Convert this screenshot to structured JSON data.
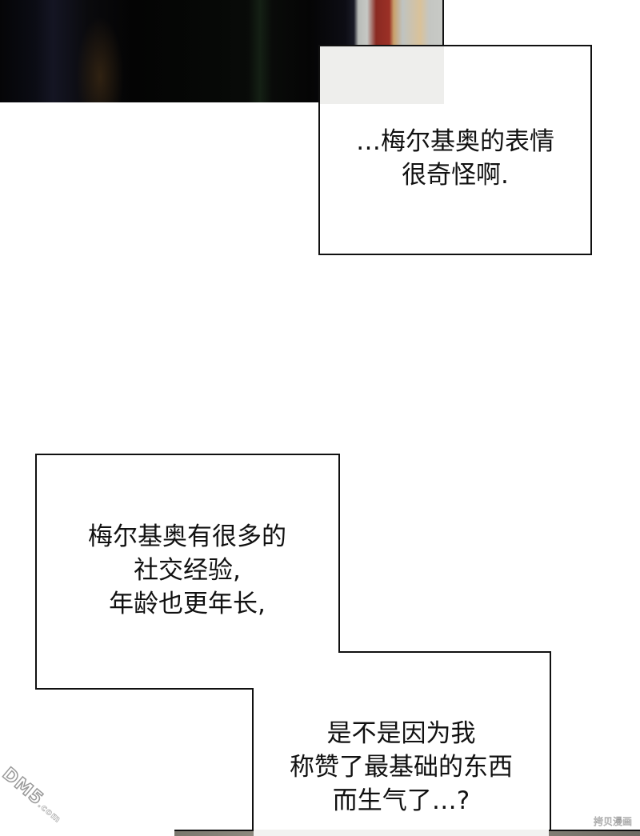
{
  "panels": {
    "top_image": {
      "description": "dark panel with figure and red/white striped background",
      "colors": [
        "#050507",
        "#9b3026",
        "#c6c8c4"
      ]
    },
    "bottom_image": {
      "colors": [
        "#9a968a"
      ]
    }
  },
  "bubbles": [
    {
      "lines": "…梅尔基奥的表情\n很奇怪啊."
    },
    {
      "lines": "梅尔基奥有很多的\n社交经验,\n年龄也更年长,"
    },
    {
      "lines": "是不是因为我\n称赞了最基础的东西\n而生气了…?"
    }
  ],
  "watermarks": {
    "left": {
      "main": "DM5",
      "suffix": ".com"
    },
    "right": "拷贝漫画"
  }
}
